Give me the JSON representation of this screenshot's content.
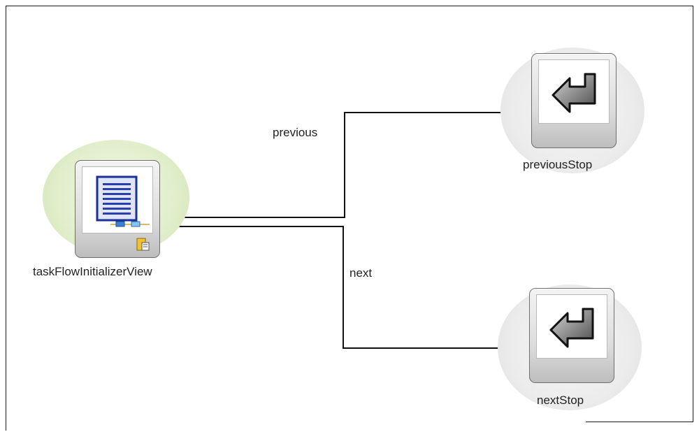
{
  "diagram": {
    "nodes": {
      "view": {
        "label": "taskFlowInitializerView",
        "kind": "view-activity",
        "icon": "view-page-icon",
        "badge_icon": "default-activity-badge-icon",
        "halo_color": "#d8e9bd"
      },
      "previous_stop": {
        "label": "previousStop",
        "kind": "task-flow-return",
        "icon": "return-arrow-icon",
        "halo_color": "#e4e4e4"
      },
      "next_stop": {
        "label": "nextStop",
        "kind": "task-flow-return",
        "icon": "return-arrow-icon",
        "halo_color": "#e4e4e4"
      }
    },
    "edges": [
      {
        "label": "previous",
        "from": "taskFlowInitializerView",
        "to": "previousStop"
      },
      {
        "label": "next",
        "from": "taskFlowInitializerView",
        "to": "nextStop"
      }
    ]
  }
}
